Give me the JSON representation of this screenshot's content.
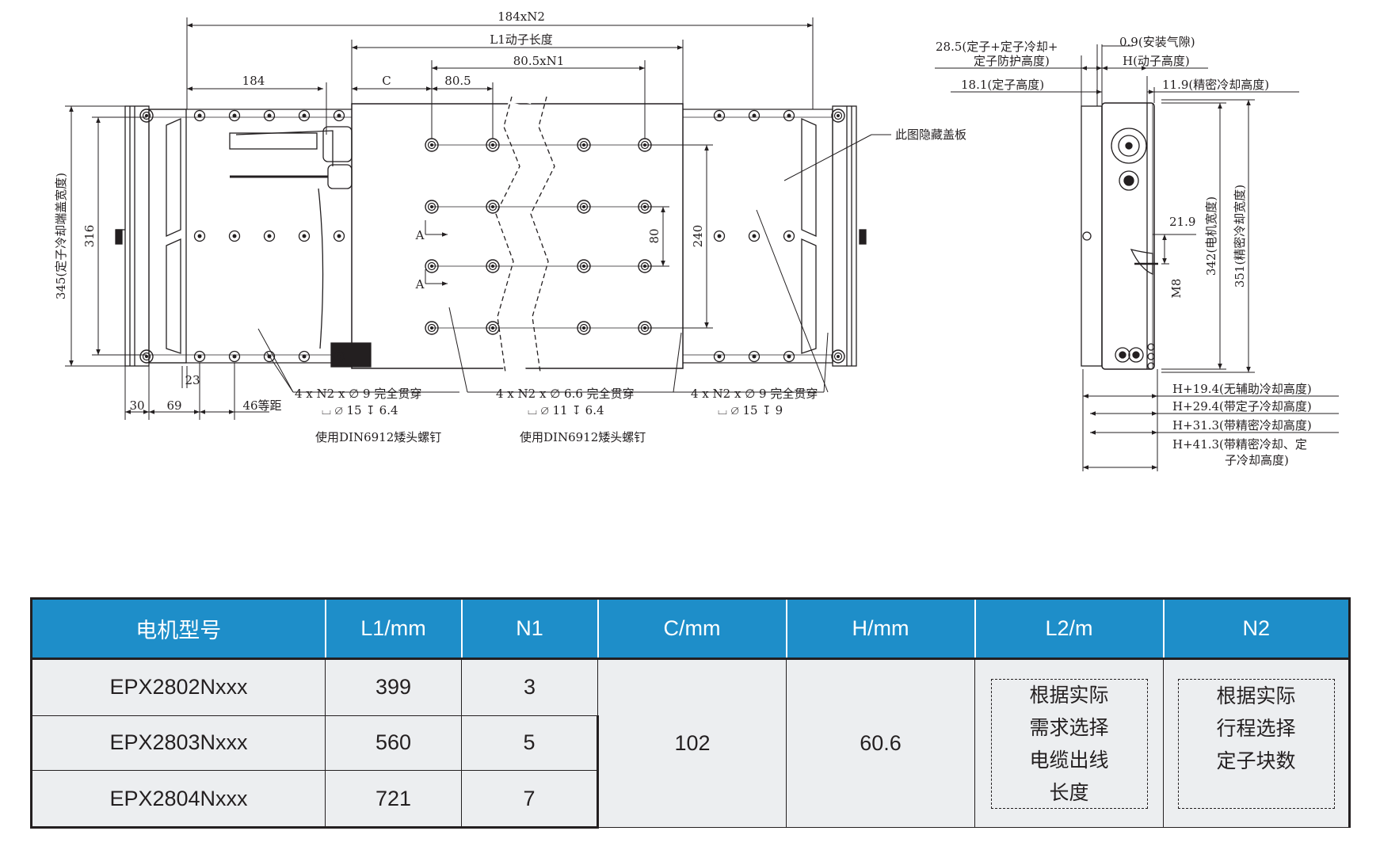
{
  "drawing": {
    "dims": {
      "overall": "184xN2",
      "l1": "L1动子长度",
      "pitch_n1": "80.5xN1",
      "d184": "184",
      "c": "C",
      "d80_5": "80.5",
      "d240": "240",
      "d80": "80",
      "d316": "316",
      "d345": "345(定子冷却端盖宽度)",
      "d30": "30",
      "d69": "69",
      "d23": "23",
      "d46": "46等距",
      "section_a": "A"
    },
    "callouts": {
      "hidden_cover": "此图隐藏盖板",
      "hole_left_1": "4 x N2 x ∅ 9 完全贯穿",
      "hole_left_2": "⌴ ∅ 15 ↧ 6.4",
      "hole_mid_1": "4 x N2 x ∅ 6.6 完全贯穿",
      "hole_mid_2": "⌴ ∅ 11 ↧ 6.4",
      "hole_right_1": "4 x N2 x ∅ 9 完全贯穿",
      "hole_right_2": "⌴ ∅ 15 ↧ 9",
      "screw_left": "使用DIN6912矮头螺钉",
      "screw_mid": "使用DIN6912矮头螺钉"
    },
    "side": {
      "d28_5_a": "28.5(定子+定子冷却+",
      "d28_5_b": "定子防护高度)",
      "d0_9": "0.9(安装气隙)",
      "h_mover": "H(动子高度)",
      "d18_1": "18.1(定子高度)",
      "d11_9": "11.9(精密冷却高度)",
      "d21_9": "21.9",
      "m8": "M8",
      "d342": "342(电机宽度)",
      "d351": "351(精密冷却宽度)",
      "h19_4": "H+19.4(无辅助冷却高度)",
      "h29_4": "H+29.4(带定子冷却高度)",
      "h31_3": "H+31.3(带精密冷却高度)",
      "h41_3_a": "H+41.3(带精密冷却、定",
      "h41_3_b": "子冷却高度)"
    }
  },
  "table": {
    "headers": [
      "电机型号",
      "L1/mm",
      "N1",
      "C/mm",
      "H/mm",
      "L2/m",
      "N2"
    ],
    "rows": [
      {
        "model": "EPX2802Nxxx",
        "l1": "399",
        "n1": "3"
      },
      {
        "model": "EPX2803Nxxx",
        "l1": "560",
        "n1": "5"
      },
      {
        "model": "EPX2804Nxxx",
        "l1": "721",
        "n1": "7"
      }
    ],
    "c": "102",
    "h": "60.6",
    "l2_note": [
      "根据实际",
      "需求选择",
      "电缆出线",
      "长度"
    ],
    "n2_note": [
      "根据实际",
      "行程选择",
      "定子块数"
    ]
  },
  "colors": {
    "header_bg": "#1e8ec9",
    "cell_bg": "#eceef0",
    "line": "#231f20"
  }
}
